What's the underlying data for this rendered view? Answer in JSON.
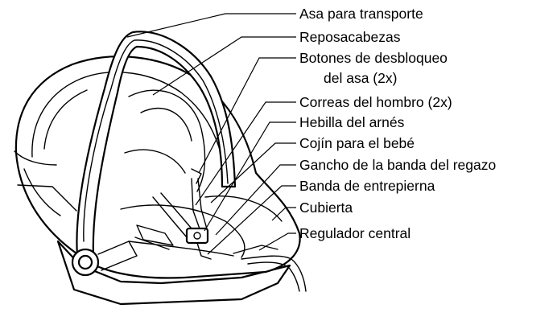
{
  "labels": [
    {
      "text": "Asa para transporte"
    },
    {
      "text": "Reposacabezas"
    },
    {
      "text": "Botones de desbloqueo"
    },
    {
      "text": "del asa (2x)"
    },
    {
      "text": "Correas del hombro (2x)"
    },
    {
      "text": "Hebilla del arnés"
    },
    {
      "text": "Cojín para el bebé"
    },
    {
      "text": "Gancho de la banda del regazo"
    },
    {
      "text": "Banda de entrepierna"
    },
    {
      "text": "Cubierta"
    },
    {
      "text": "Regulador central"
    }
  ]
}
